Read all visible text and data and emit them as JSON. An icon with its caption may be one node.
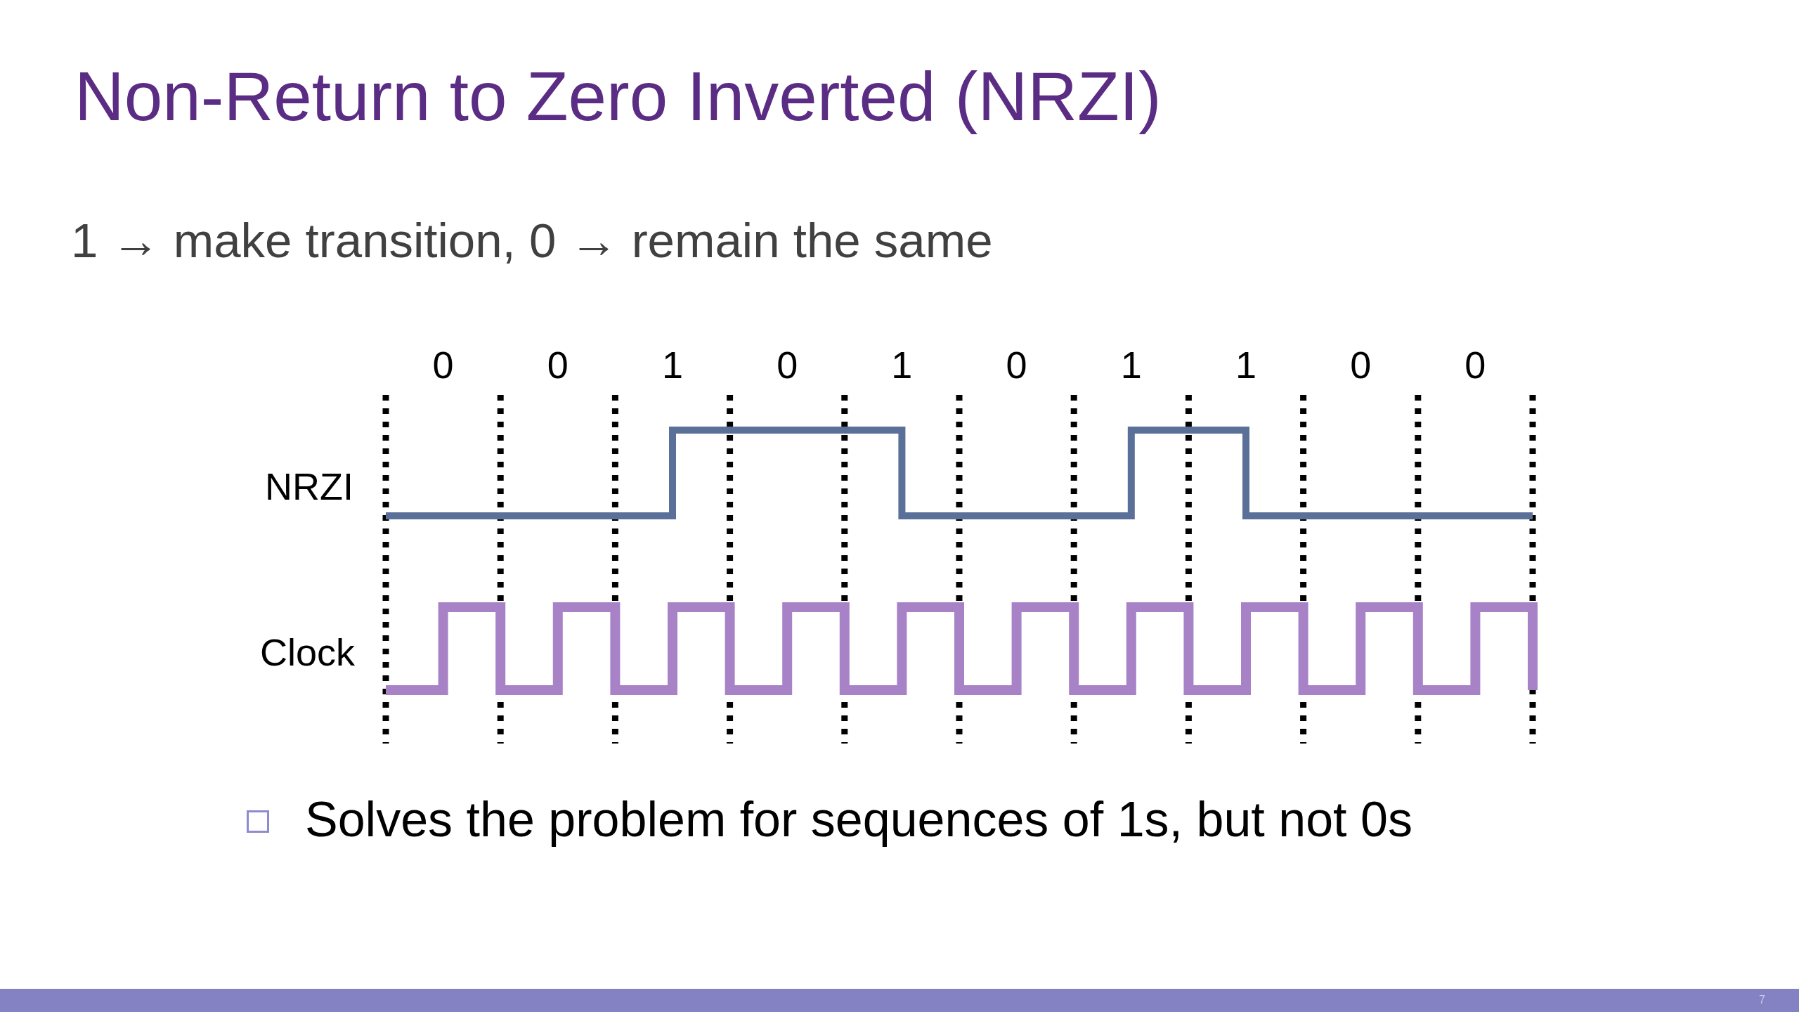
{
  "diagram": {
    "title": "Non-Return to Zero Inverted (NRZI)",
    "labels": [
      "1 → make transition, 0 → remain the same",
      "0",
      "0",
      "1",
      "0",
      "1",
      "0",
      "1",
      "1",
      "0",
      "0",
      "NRZI",
      "Clock",
      "Solves the problem for sequences of 1s, but not 0s",
      "7"
    ]
  }
}
